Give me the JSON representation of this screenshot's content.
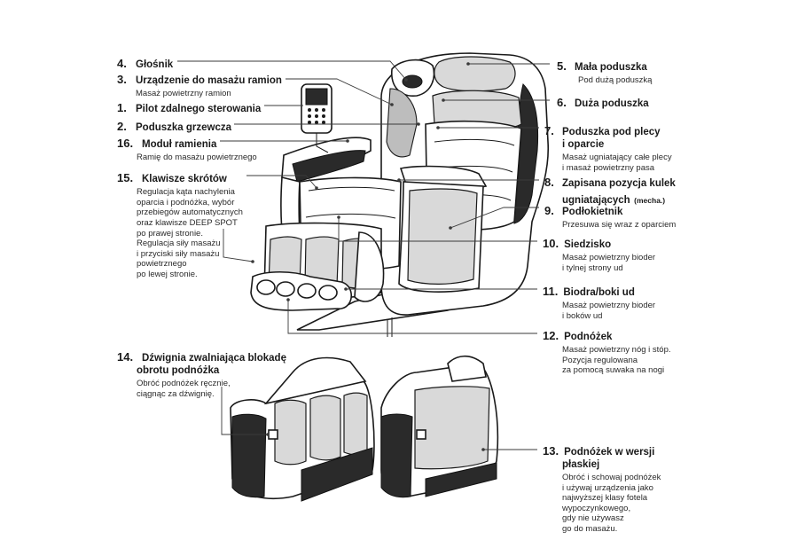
{
  "labels": {
    "l4": {
      "num": "4.",
      "title": "Głośnik"
    },
    "l3": {
      "num": "3.",
      "title": "Urządzenie do masażu ramion",
      "desc": "Masaż powietrzny ramion"
    },
    "l1": {
      "num": "1.",
      "title": "Pilot zdalnego sterowania"
    },
    "l2": {
      "num": "2.",
      "title": "Poduszka grzewcza"
    },
    "l16": {
      "num": "16.",
      "title": "Moduł ramienia",
      "desc": "Ramię do masażu powietrznego"
    },
    "l15": {
      "num": "15.",
      "title": "Klawisze skrótów",
      "desc_lines": [
        "Regulacja kąta nachylenia",
        "oparcia i podnóżka, wybór",
        "przebiegów automatycznych",
        "oraz klawisze DEEP SPOT",
        "po prawej stronie.",
        "Regulacja siły masażu",
        "i przyciski siły masażu",
        "powietrznego",
        "po lewej stronie."
      ]
    },
    "l14": {
      "num": "14.",
      "title_lines": [
        "Dźwignia zwalniająca blokadę",
        "obrotu podnóżka"
      ],
      "desc_lines": [
        "Obróć podnóżek ręcznie,",
        "ciągnąc za dźwignię."
      ]
    },
    "l5": {
      "num": "5.",
      "title": "Mała poduszka",
      "desc": "Pod dużą poduszką"
    },
    "l6": {
      "num": "6.",
      "title": "Duża poduszka"
    },
    "l7": {
      "num": "7.",
      "title_lines": [
        "Poduszka pod plecy",
        "i oparcie"
      ],
      "desc_lines": [
        "Masaż ugniatający całe plecy",
        "i masaż powietrzny pasa"
      ]
    },
    "l8": {
      "num": "8.",
      "title_lines": [
        "Zapisana pozycja kulek",
        "ugniatających"
      ],
      "title_suffix": "(mecha.)"
    },
    "l9": {
      "num": "9.",
      "title": "Podłokietnik",
      "desc": "Przesuwa się wraz z oparciem"
    },
    "l10": {
      "num": "10.",
      "title": "Siedzisko",
      "desc_lines": [
        "Masaż powietrzny bioder",
        "i tylnej strony ud"
      ]
    },
    "l11": {
      "num": "11.",
      "title": "Biodra/boki ud",
      "desc_lines": [
        "Masaż powietrzny bioder",
        "i boków ud"
      ]
    },
    "l12": {
      "num": "12.",
      "title": "Podnóżek",
      "desc_lines": [
        "Masaż powietrzny nóg i stóp.",
        "Pozycja regulowana",
        "za pomocą suwaka na nogi"
      ]
    },
    "l13": {
      "num": "13.",
      "title_lines": [
        "Podnóżek w wersji",
        "płaskiej"
      ],
      "desc_lines": [
        "Obróć i schowaj podnóżek",
        "i używaj urządzenia jako",
        "najwyższej klasy fotela",
        "wypoczynkowego,",
        "gdy nie używasz",
        "go do masażu."
      ]
    }
  },
  "icons": [
    "massage-chair-illustration",
    "remote-control-icon",
    "footrest-raised-illustration",
    "footrest-flat-illustration"
  ]
}
